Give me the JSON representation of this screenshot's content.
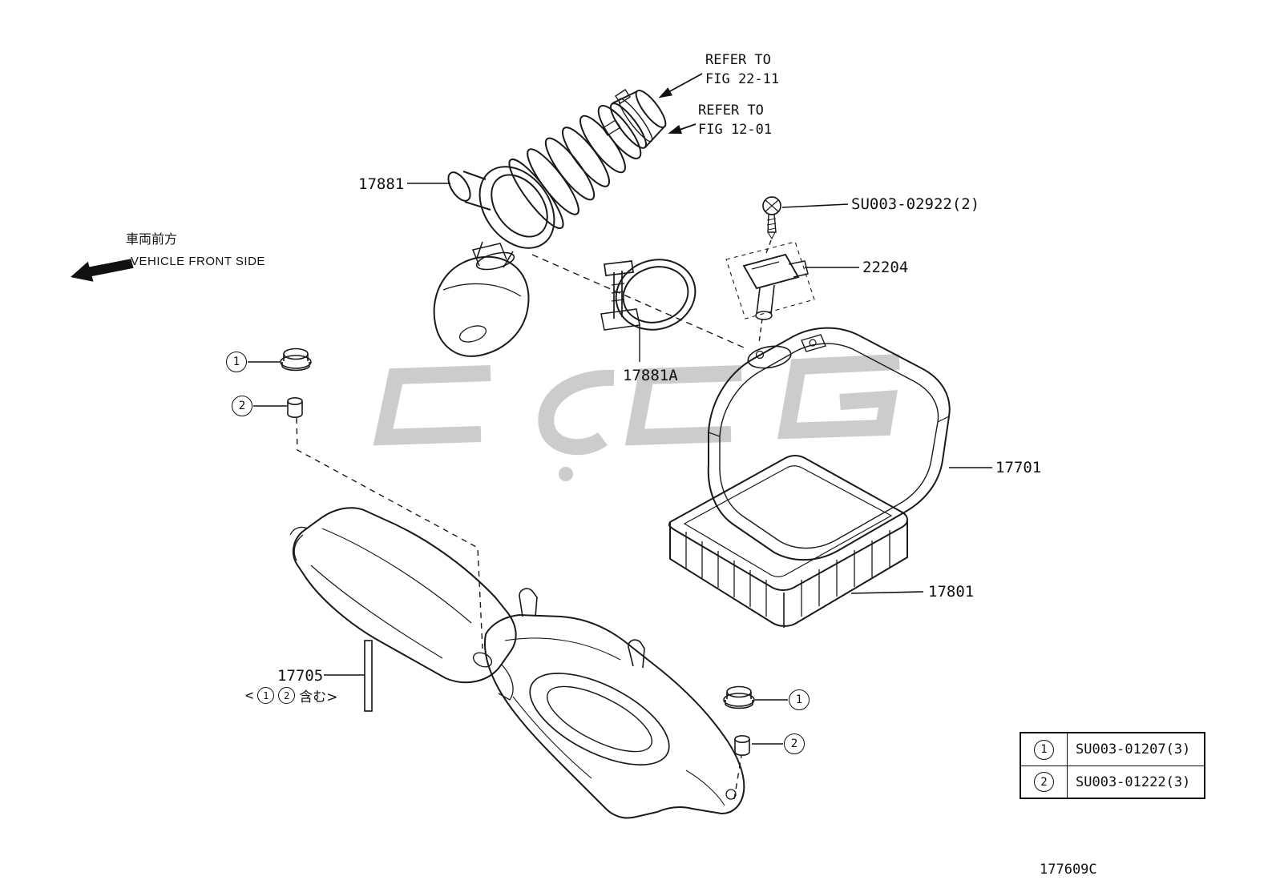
{
  "page": {
    "background": "#ffffff",
    "line_color": "#1a1a1a",
    "watermark_color": "#cccccc",
    "diagram_code": "177609C"
  },
  "callouts": {
    "refer_fig_22_11": "REFER TO\nFIG 22-11",
    "refer_fig_12_01": "REFER TO\nFIG 12-01",
    "part_17881": "17881",
    "screw_code": "SU003-02922(2)",
    "part_22204": "22204",
    "part_17881a": "17881A",
    "part_17701": "17701",
    "part_17801": "17801",
    "part_17705": "17705",
    "includes_prefix": "<",
    "includes_suffix": "含む>",
    "vehicle_front_jp": "車両前方",
    "vehicle_front_en": "VEHICLE FRONT SIDE"
  },
  "markers": {
    "one": "1",
    "two": "2"
  },
  "legend": {
    "rows": [
      {
        "num": "1",
        "code": "SU003-01207(3)"
      },
      {
        "num": "2",
        "code": "SU003-01222(3)"
      }
    ]
  }
}
